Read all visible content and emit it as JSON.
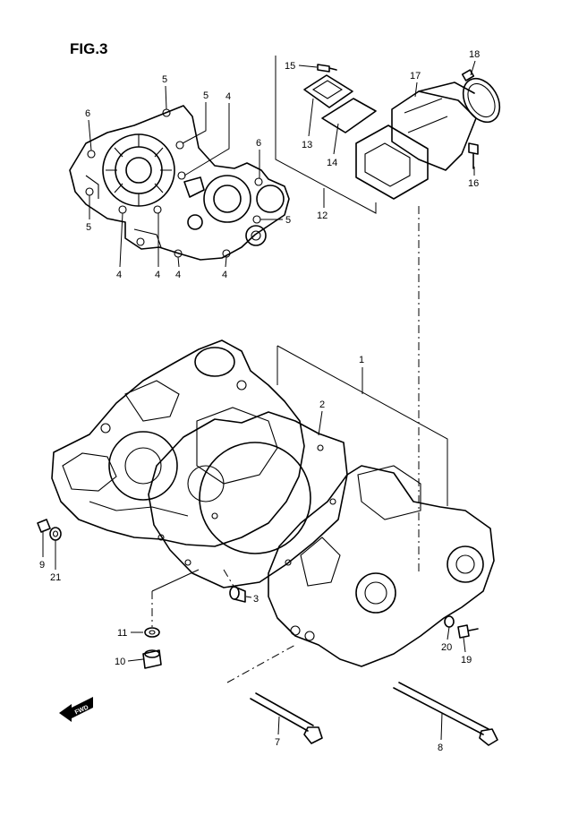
{
  "figure_label": "FIG.3",
  "fwd_label": "FWD",
  "callouts": {
    "c1": "1",
    "c2": "2",
    "c3": "3",
    "c4a": "4",
    "c4b": "4",
    "c4c": "4",
    "c4d": "4",
    "c4e": "4",
    "c5a": "5",
    "c5b": "5",
    "c5c": "5",
    "c5d": "5",
    "c6a": "6",
    "c6b": "6",
    "c7": "7",
    "c8": "8",
    "c9": "9",
    "c10": "10",
    "c11": "11",
    "c12": "12",
    "c13": "13",
    "c14": "14",
    "c15": "15",
    "c16": "16",
    "c17": "17",
    "c18": "18",
    "c19": "19",
    "c20": "20",
    "c21": "21"
  }
}
